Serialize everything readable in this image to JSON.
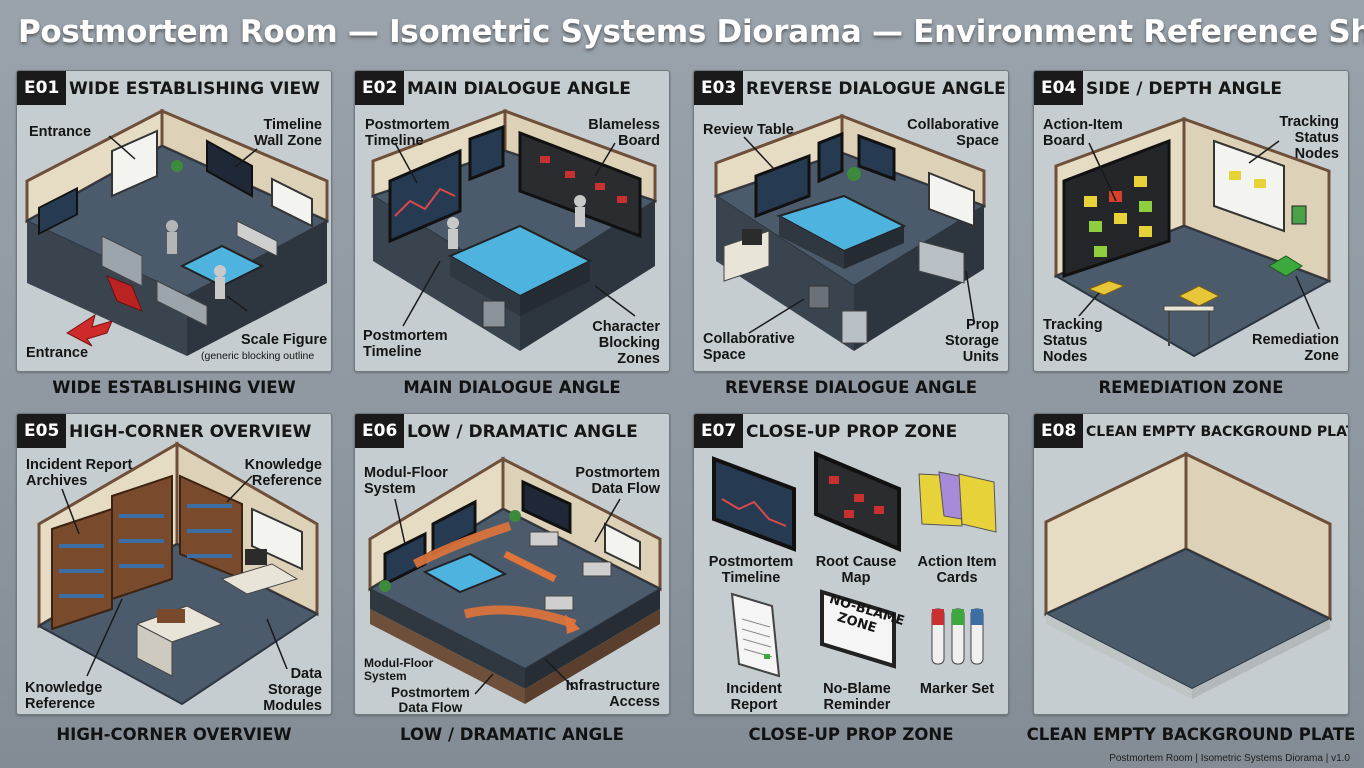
{
  "header": {
    "title": "Postmortem Room — Isometric Systems Diorama — Environment Reference Sheet"
  },
  "panels": [
    {
      "id": "E01",
      "title": "WIDE ESTABLISHING VIEW",
      "caption": "WIDE ESTABLISHING VIEW",
      "callouts": {
        "entrance_top": "Entrance",
        "timeline_wall": "Timeline\nWall Zone",
        "scale_figure": "Scale Figure",
        "scale_note": "(generic blocking outline",
        "entrance_bottom": "Entrance"
      }
    },
    {
      "id": "E02",
      "title": "MAIN DIALOGUE ANGLE",
      "caption": "MAIN DIALOGUE ANGLE",
      "callouts": {
        "timeline_top": "Postmortem\nTimeline",
        "blameless_board": "Blameless\nBoard",
        "timeline_bottom": "Postmortem\nTimeline",
        "character_zones": "Character\nBlocking\nZones"
      }
    },
    {
      "id": "E03",
      "title": "REVERSE DIALOGUE ANGLE",
      "caption": "REVERSE DIALOGUE ANGLE",
      "callouts": {
        "review_table": "Review Table",
        "collab_top": "Collaborative\nSpace",
        "collab_bottom": "Collaborative\nSpace",
        "prop_storage": "Prop\nStorage\nUnits"
      }
    },
    {
      "id": "E04",
      "title": "SIDE / DEPTH ANGLE",
      "caption": "REMEDIATION ZONE",
      "callouts": {
        "action_board": "Action-Item\nBoard",
        "tracking_top": "Tracking\nStatus\nNodes",
        "tracking_bottom": "Tracking\nStatus\nNodes",
        "remediation": "Remediation\nZone"
      }
    },
    {
      "id": "E05",
      "title": "HIGH-CORNER OVERVIEW",
      "caption": "HIGH-CORNER OVERVIEW",
      "callouts": {
        "archives": "Incident Report\nArchives",
        "knowledge_top": "Knowledge\nReference",
        "knowledge_bottom": "Knowledge\nReference",
        "data_storage": "Data\nStorage\nModules"
      }
    },
    {
      "id": "E06",
      "title": "LOW / DRAMATIC ANGLE",
      "caption": "LOW / DRAMATIC ANGLE",
      "callouts": {
        "modul_floor_top": "Modul-Floor\nSystem",
        "data_flow_top": "Postmortem\nData Flow",
        "modul_floor_bottom": "Modul-Floor\nSystem",
        "data_flow_bottom": "Postmortem\nData Flow",
        "infra_access": "Infrastructure\nAccess"
      }
    },
    {
      "id": "E07",
      "title": "CLOSE-UP PROP ZONE",
      "caption": "CLOSE-UP PROP ZONE",
      "callouts": {
        "postmortem_timeline": "Postmortem\nTimeline",
        "root_cause_map": "Root Cause\nMap",
        "action_item_cards": "Action Item\nCards",
        "incident_report": "Incident\nReport",
        "no_blame_reminder": "No-Blame\nReminder",
        "marker_set": "Marker Set",
        "sign_text": "NO-BLAME\nZONE"
      }
    },
    {
      "id": "E08",
      "title": "CLEAN EMPTY BACKGROUND PLATE",
      "caption": "CLEAN EMPTY BACKGROUND PLATE",
      "callouts": {}
    }
  ],
  "footer": {
    "text": "Postmortem Room | Isometric Systems Diorama | v1.0"
  },
  "colors": {
    "background": "#8e979f",
    "panel": "#c5cdd1",
    "wall": "#e6dcc4",
    "wall_edge": "#6e4f3a",
    "floor": "#4c5b6b",
    "screen": "#263a52",
    "accent_arrow": "#cf2a2a",
    "flow_arrow": "#e0743a",
    "label_box": "#1a1a1a"
  }
}
